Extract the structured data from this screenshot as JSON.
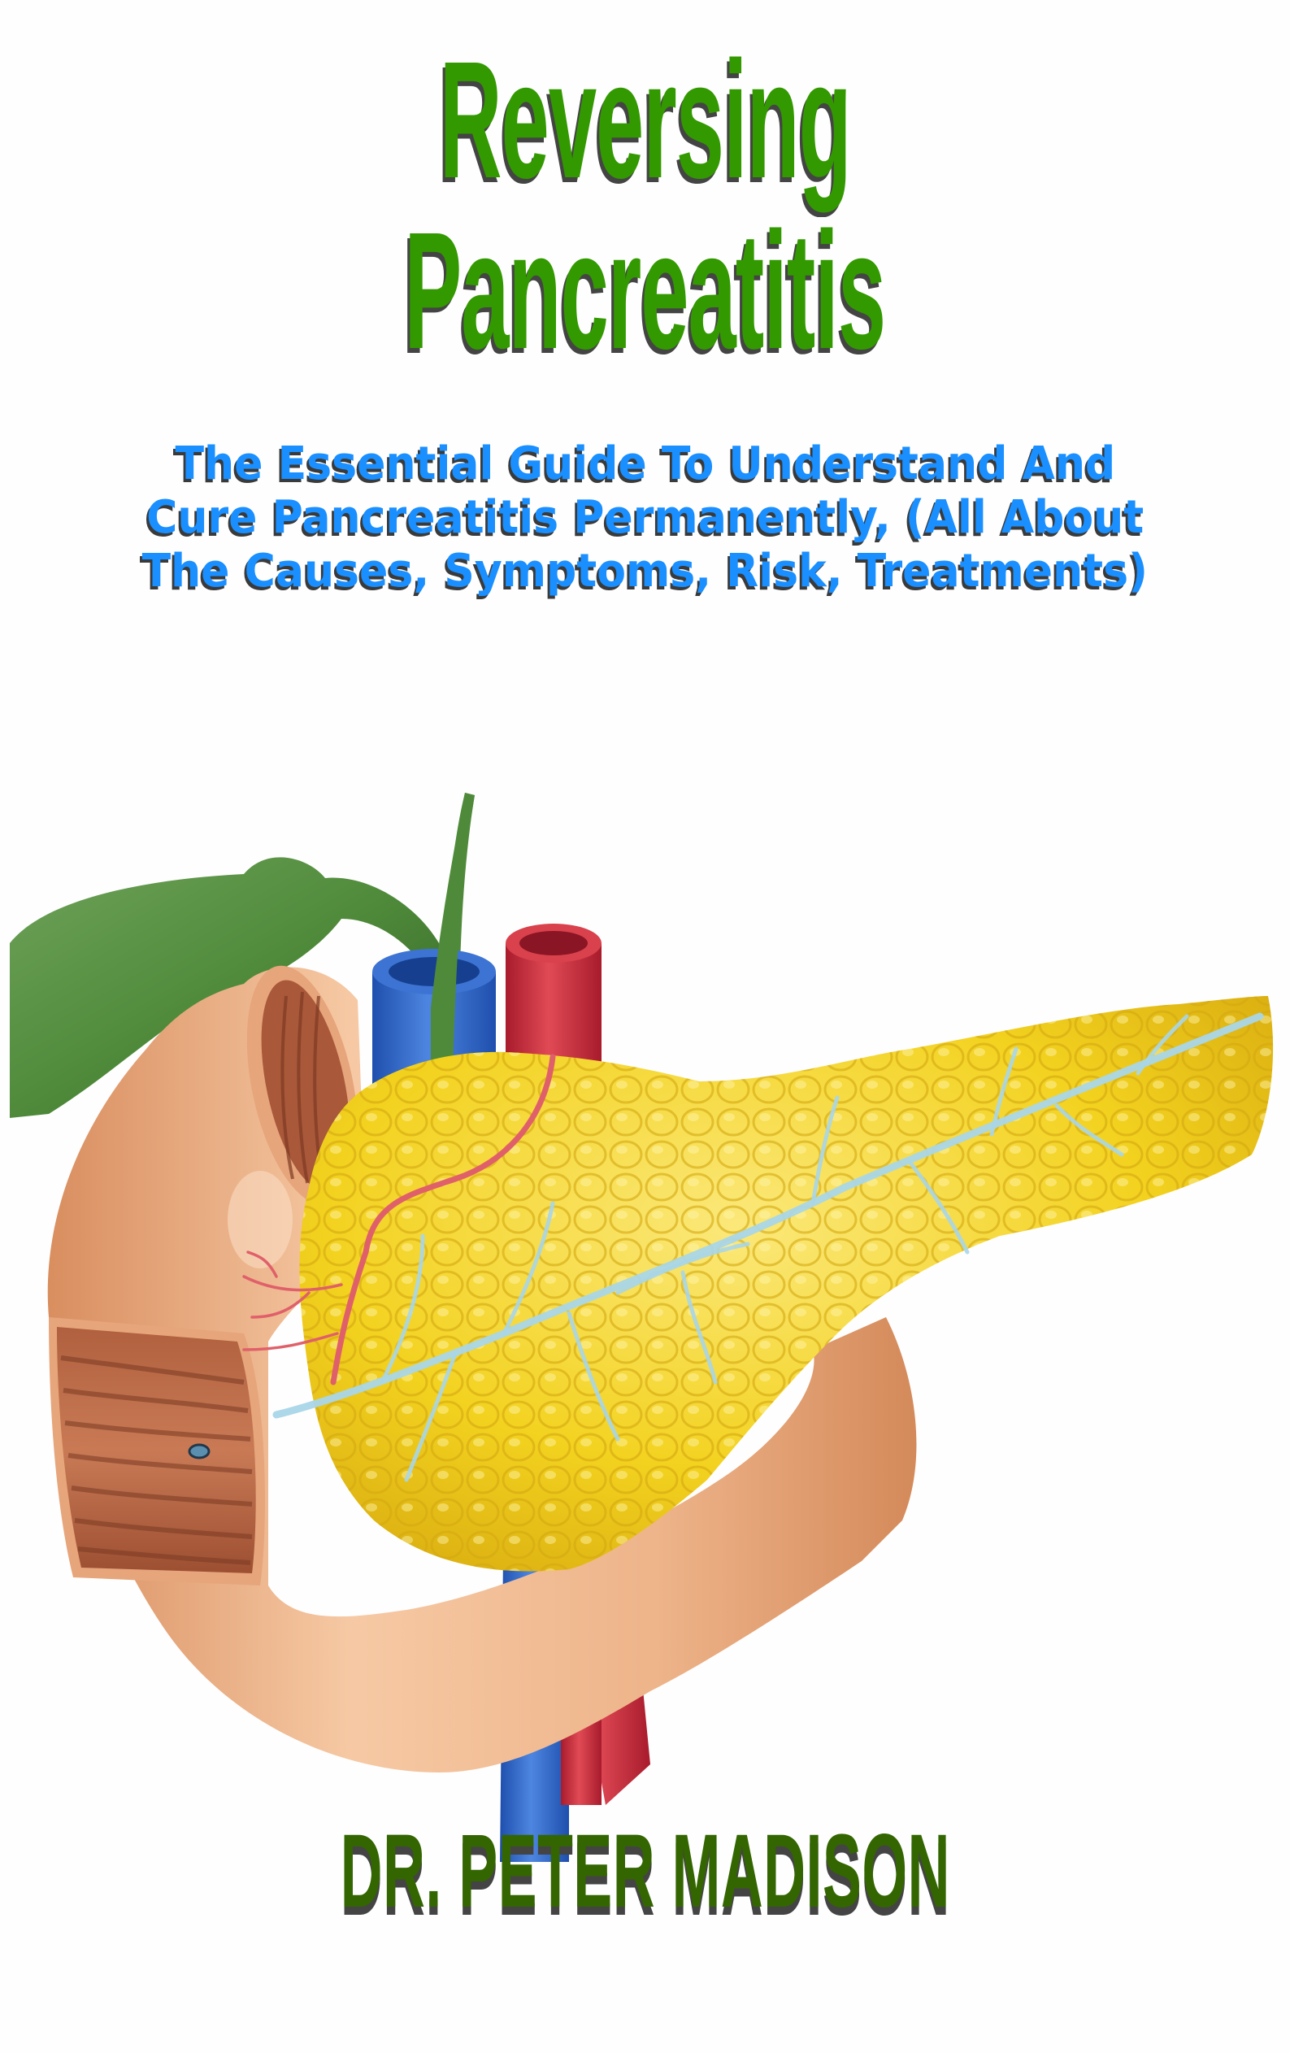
{
  "cover": {
    "title_lines": [
      "Reversing",
      "Pancreatitis"
    ],
    "subtitle_lines": [
      "The Essential Guide To Understand And",
      "Cure Pancreatitis Permanently, (All About",
      "The Causes, Symptoms, Risk, Treatments)"
    ],
    "author": "DR. PETER MADISON",
    "illustration": "pancreas-anatomy-illustration",
    "colors": {
      "title": "#339900",
      "subtitle": "#1a8fff",
      "author": "#336600",
      "shadow": "#444444",
      "pancreas": "#f3d21f",
      "duodenum": "#eeb48a",
      "gallbladder": "#4f8a3a",
      "vein": "#2f63c7",
      "artery": "#c9283a"
    }
  }
}
